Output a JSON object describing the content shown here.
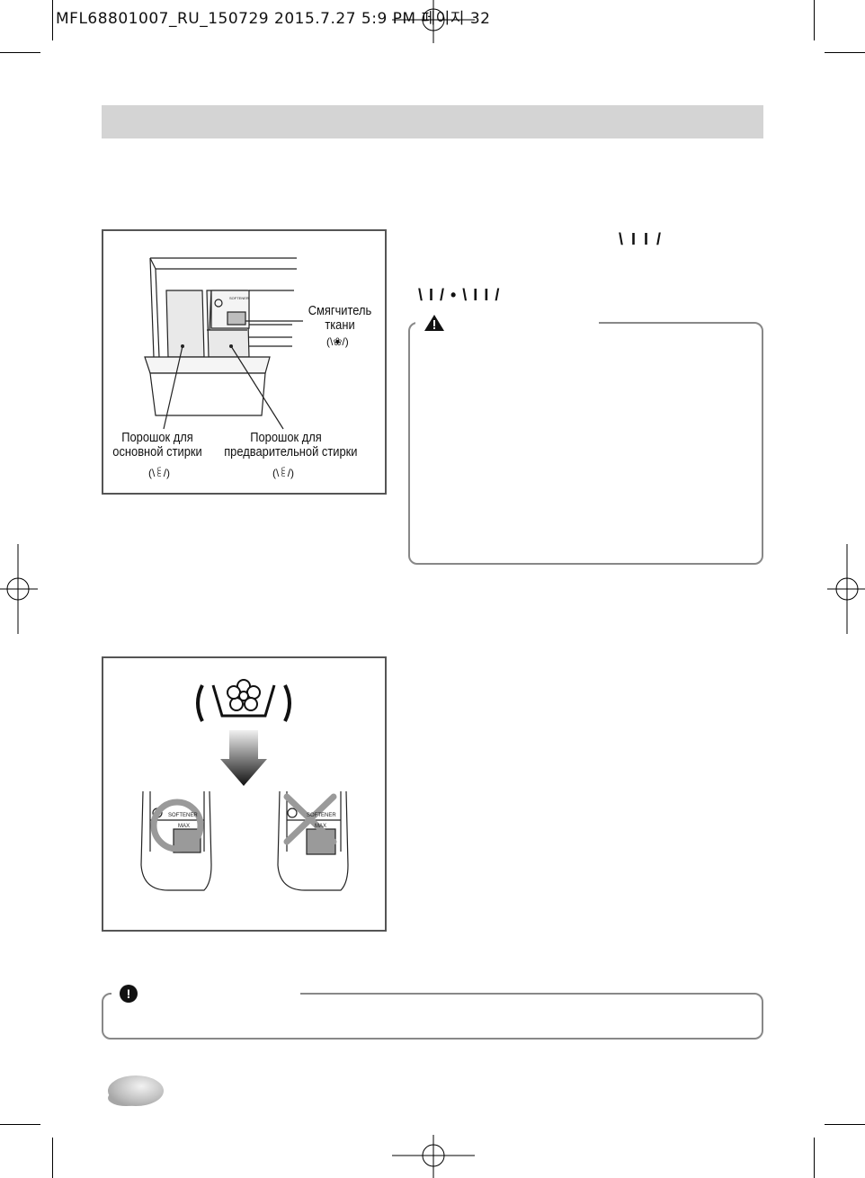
{
  "header": {
    "print_info": "MFL68801007_RU_150729  2015.7.27 5:9 PM 페이지 32"
  },
  "figure1": {
    "softener_label_line1": "Смягчитель",
    "softener_label_line2": "ткани",
    "softener_symbol": "(\\❀/)",
    "main_wash_label_line1": "Порошок для",
    "main_wash_label_line2": "основной стирки",
    "main_wash_symbol": "(\\꒲/)",
    "prewash_label_line1": "Порошок для",
    "prewash_label_line2": "предварительной стирки",
    "prewash_symbol": "(\\꒲/)",
    "compartment_text": "SOFTENER"
  },
  "figure2": {
    "softener_text": "SOFTENER",
    "max_text": "MAX"
  },
  "text_symbols": {
    "main_wash": "\\ I I /",
    "pre_and_main": "\\ I / • \\ I I /"
  },
  "colors": {
    "title_bar": "#d4d4d4",
    "frame": "#555555",
    "box_border": "#888888"
  },
  "icons": [
    "warning-triangle-icon",
    "exclamation-icon",
    "flower-icon",
    "arrow-down-icon"
  ]
}
